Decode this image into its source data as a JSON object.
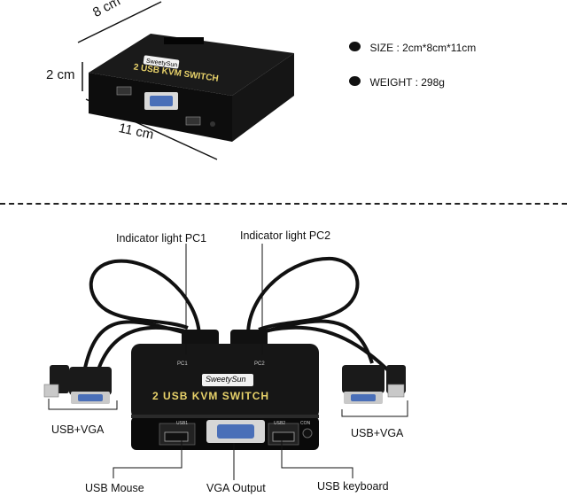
{
  "dimensions": {
    "depth": "8 cm",
    "height": "2 cm",
    "width": "11 cm"
  },
  "specs": [
    {
      "label": "SIZE : 2cm*8cm*11cm"
    },
    {
      "label": "WEIGHT : 298g"
    }
  ],
  "device": {
    "brand": "SweetySun",
    "model_badge": "2",
    "model": "USB KVM SWITCH",
    "port_labels": {
      "pc1": "PC1",
      "pc2": "PC2",
      "usb1": "USB1",
      "usb2": "USB2",
      "con": "CON"
    }
  },
  "callouts": {
    "indicator_pc1": "Indicator light PC1",
    "indicator_pc2": "Indicator light PC2",
    "usb_vga_left": "USB+VGA",
    "usb_vga_right": "USB+VGA",
    "usb_mouse": "USB Mouse",
    "vga_output": "VGA Output",
    "usb_keyboard": "USB keyboard"
  }
}
